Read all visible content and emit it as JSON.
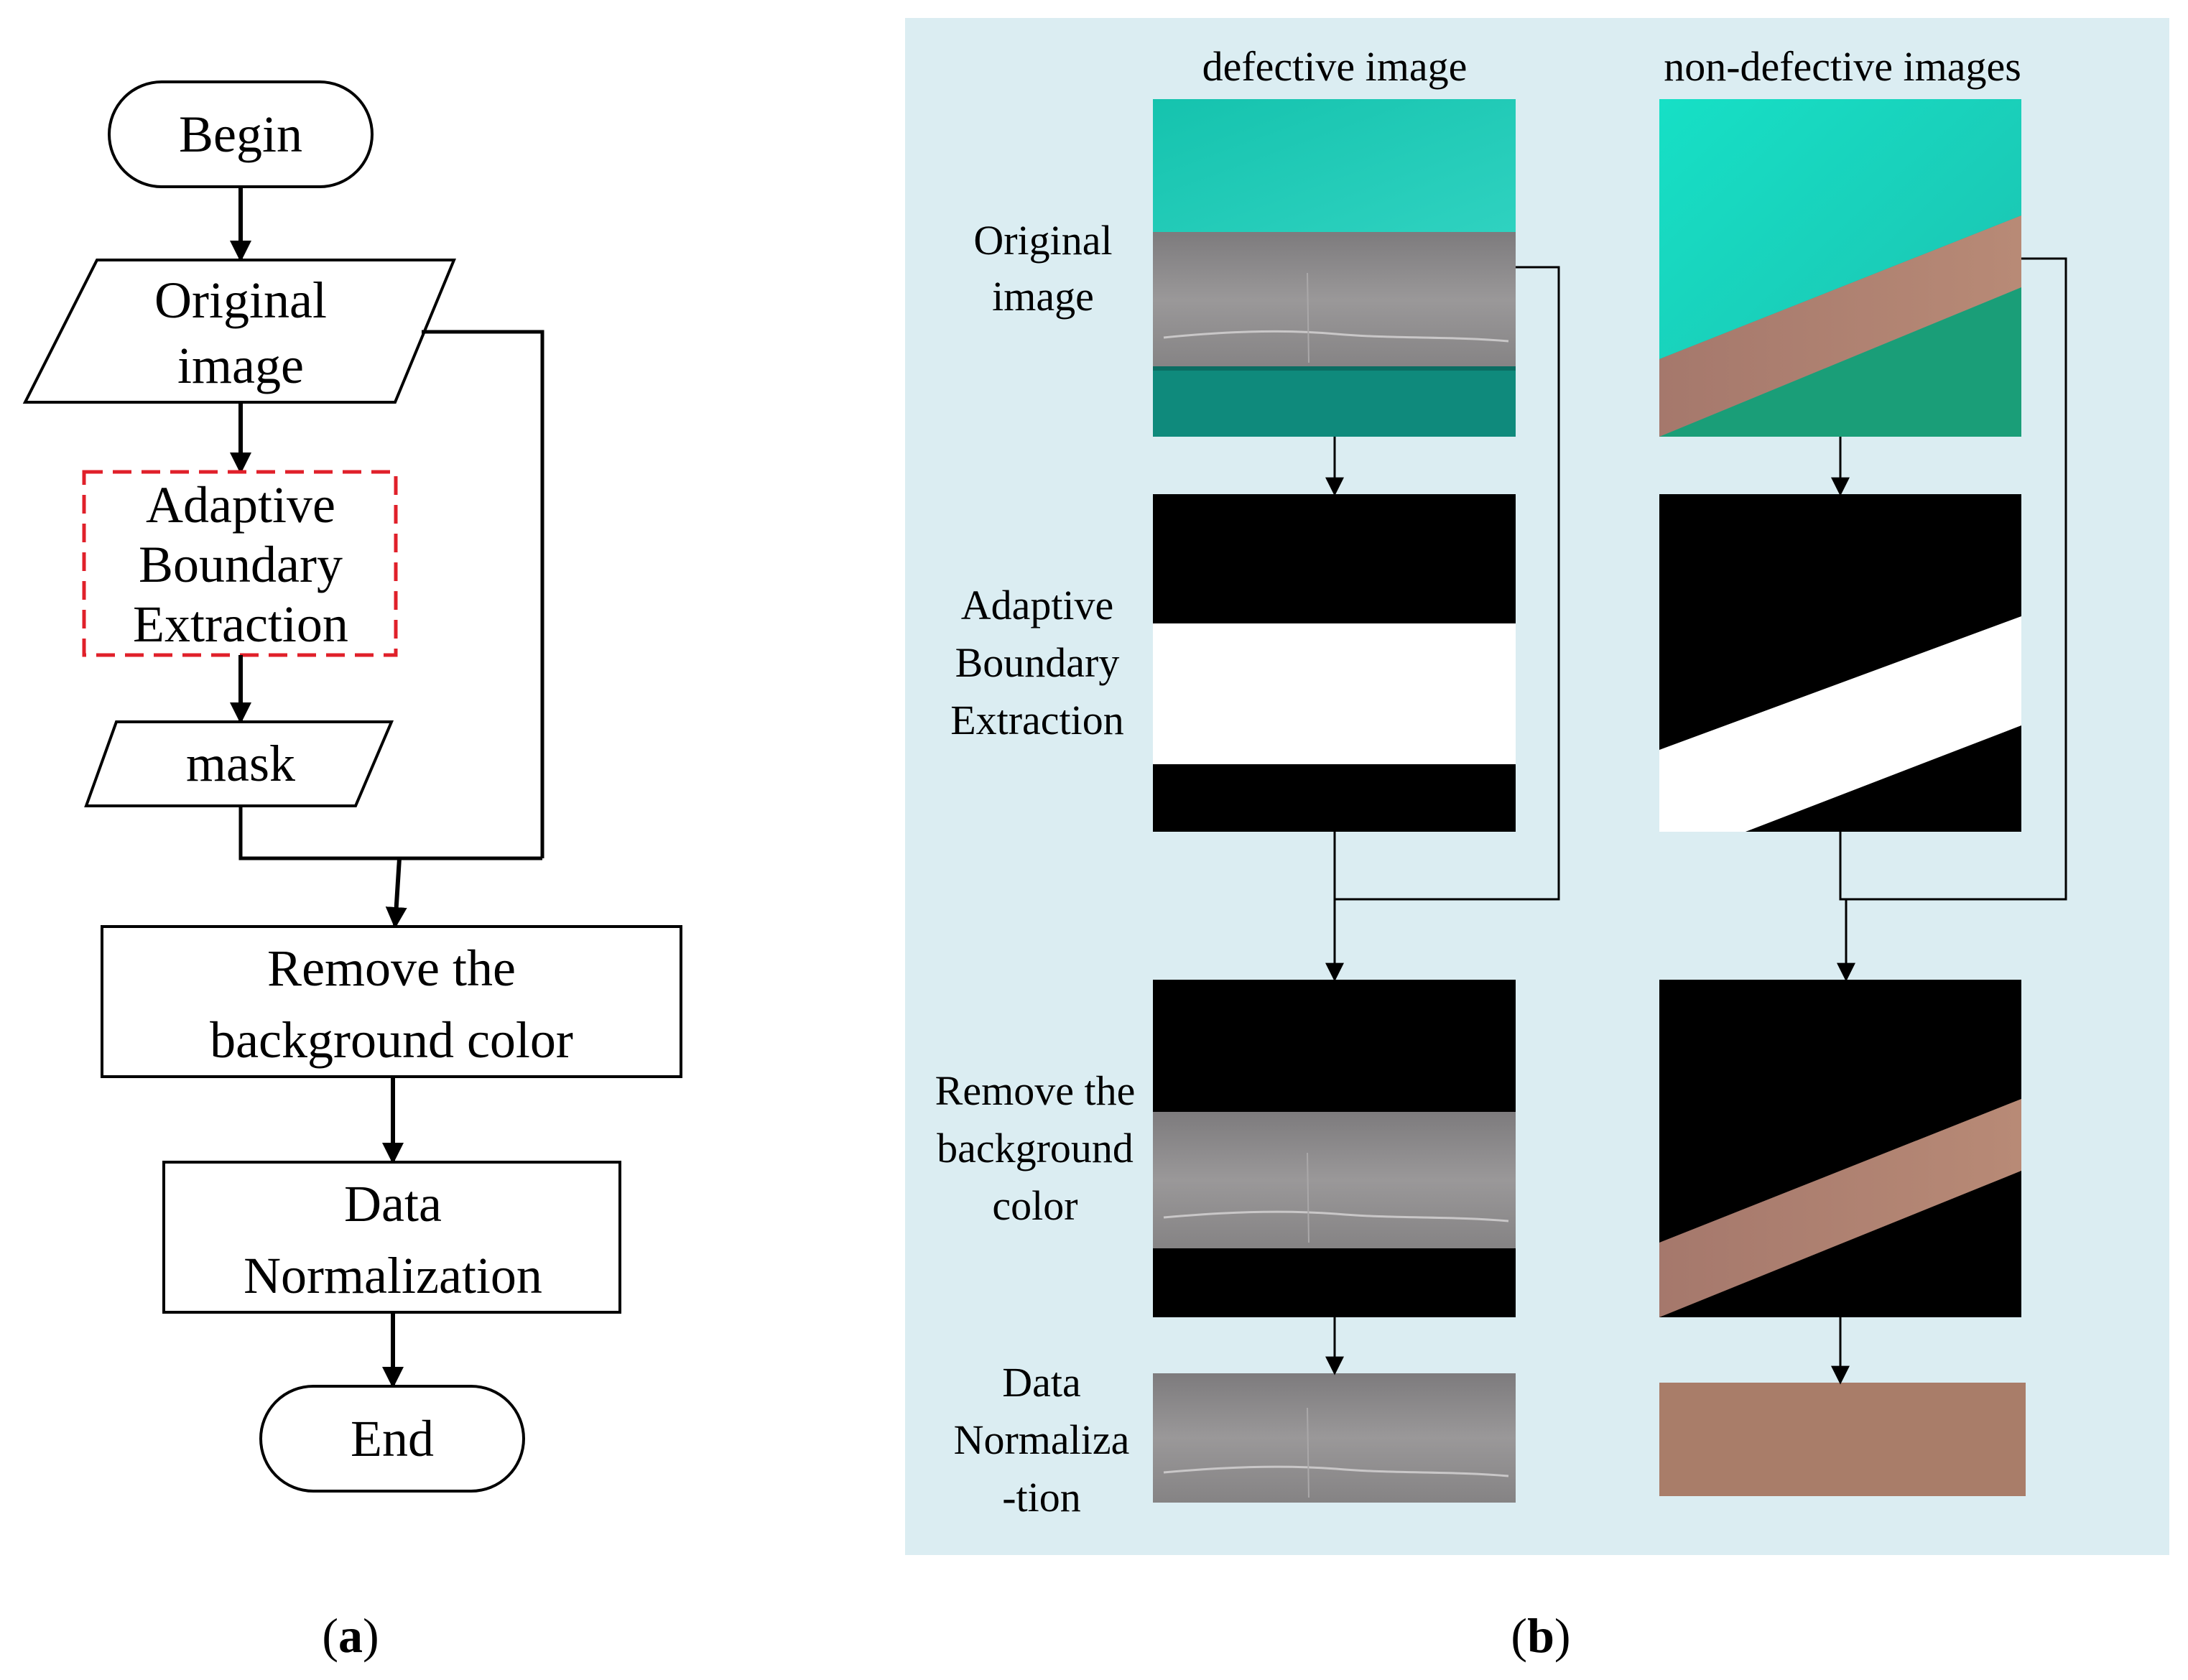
{
  "panel_a": {
    "begin": "Begin",
    "original_image": [
      "Original",
      "image"
    ],
    "adaptive_boundary_extraction": [
      "Adaptive",
      "Boundary",
      "Extraction"
    ],
    "mask": "mask",
    "remove_background": [
      "Remove the",
      "background color"
    ],
    "data_normalization": [
      "Data",
      "Normalization"
    ],
    "end": "End",
    "caption_open": "(",
    "caption_letter": "a",
    "caption_close": ")"
  },
  "panel_b": {
    "columns": {
      "defective": "defective image",
      "non_defective": "non-defective images"
    },
    "rows": {
      "original": [
        "Original",
        "image"
      ],
      "adaptive": [
        "Adaptive",
        "Boundary",
        "Extraction"
      ],
      "remove": [
        "Remove the",
        "background",
        "color"
      ],
      "normalization": [
        "Data",
        "Normaliza",
        "-tion"
      ]
    },
    "caption_open": "(",
    "caption_letter": "b",
    "caption_close": ")"
  },
  "colors": {
    "panel_background": "#dbedf2",
    "dashed_box": "#e0202a",
    "teal_light": "#19c9b4",
    "teal_dark": "#0f8a7c",
    "metal_gray": "#8a8889",
    "copper": "#b0816f"
  }
}
